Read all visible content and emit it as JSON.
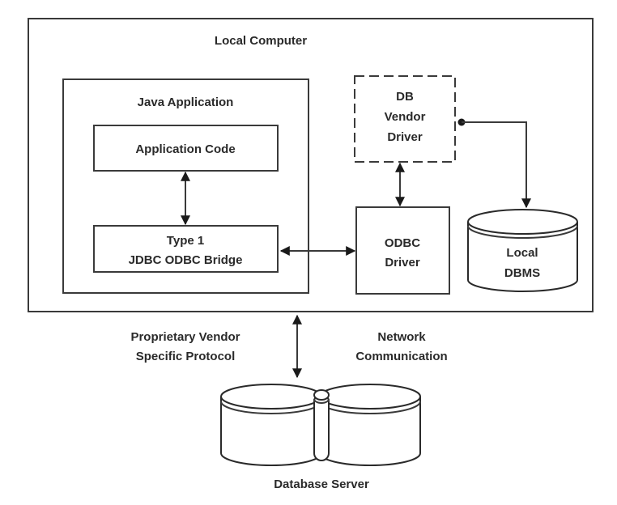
{
  "diagram": {
    "local_computer": {
      "label": "Local Computer"
    },
    "java_application": {
      "label": "Java Application"
    },
    "application_code": {
      "label": "Application Code"
    },
    "jdbc_odbc_bridge": {
      "line1": "Type 1",
      "line2": "JDBC ODBC Bridge"
    },
    "db_vendor_driver": {
      "line1": "DB",
      "line2": "Vendor",
      "line3": "Driver",
      "style": "dashed"
    },
    "odbc_driver": {
      "line1": "ODBC",
      "line2": "Driver"
    },
    "local_dbms": {
      "line1": "Local",
      "line2": "DBMS"
    },
    "protocol_label": {
      "line1": "Proprietary Vendor",
      "line2": "Specific  Protocol"
    },
    "network_label": {
      "line1": "Network",
      "line2": "Communication"
    },
    "database_server": {
      "label": "Database Server"
    },
    "connections": [
      {
        "from": "Application Code",
        "to": "Type 1 JDBC ODBC Bridge",
        "type": "bidirectional"
      },
      {
        "from": "Type 1 JDBC ODBC Bridge",
        "to": "ODBC Driver",
        "type": "bidirectional"
      },
      {
        "from": "ODBC Driver",
        "to": "DB Vendor Driver",
        "type": "bidirectional"
      },
      {
        "from": "DB Vendor Driver",
        "to": "Local DBMS",
        "type": "directed"
      },
      {
        "from": "Local Computer",
        "to": "Database Server",
        "type": "bidirectional"
      }
    ]
  }
}
